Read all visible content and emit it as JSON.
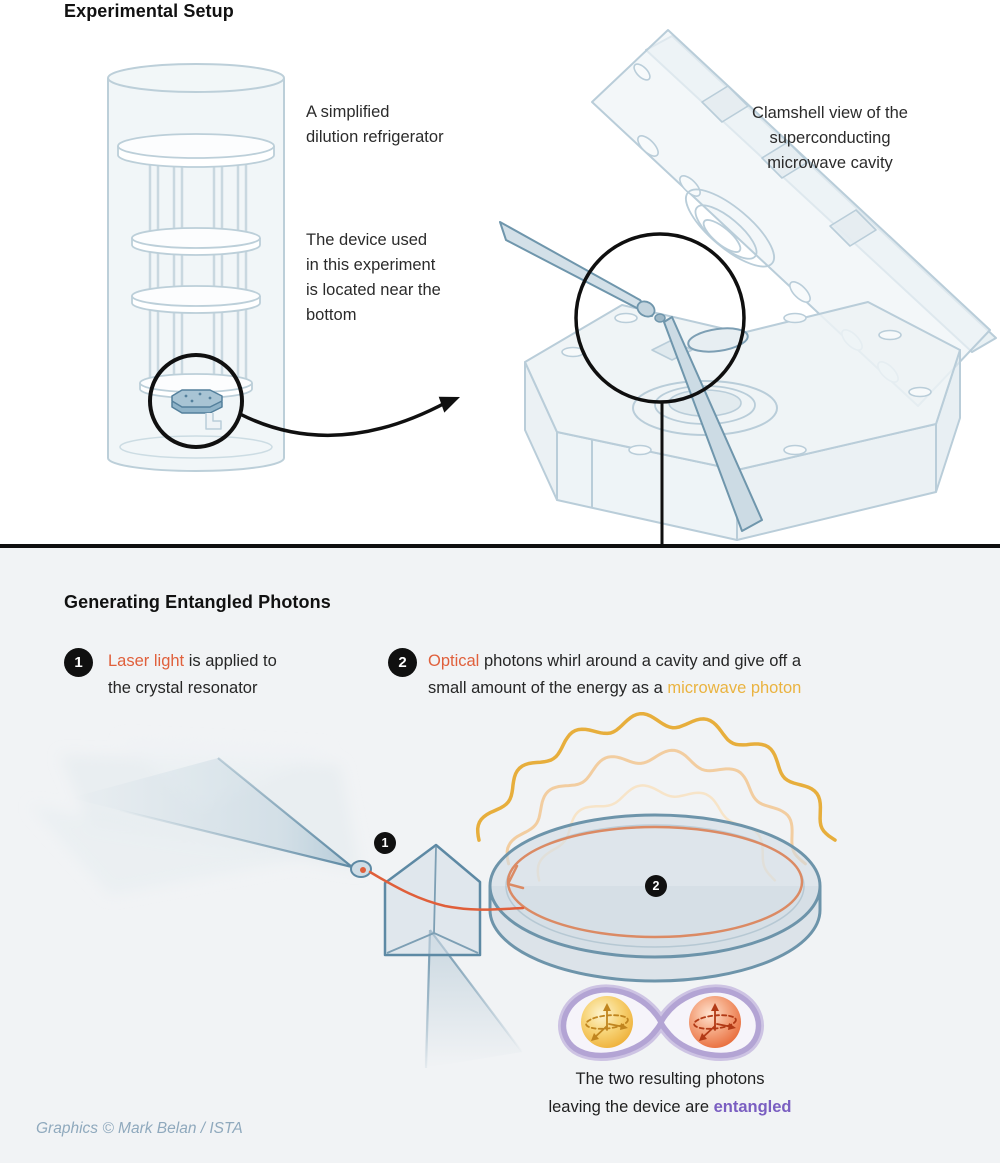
{
  "top": {
    "title": "Experimental Setup",
    "fridge_caption": "A simplified\ndilution refrigerator",
    "device_caption": "The device used\nin this experiment\nis located near the\nbottom",
    "cavity_caption": "Clamshell view of the\nsuperconducting\nmicrowave cavity"
  },
  "bottom": {
    "title": "Generating Entangled Photons",
    "step1": {
      "badge": "1",
      "highlight": "Laser light",
      "rest": " is applied to\nthe crystal resonator"
    },
    "step2": {
      "badge": "2",
      "highlight": "Optical",
      "mid": " photons whirl around a cavity and give off a\nsmall amount of the energy as a ",
      "highlight2": "microwave photon"
    },
    "marker1": "1",
    "marker2": "2",
    "caption": {
      "lead": "The two resulting photons\nleaving the device are ",
      "highlight": "entangled"
    },
    "credit": "Graphics © Mark Belan / ISTA"
  },
  "colors": {
    "accent_orange": "#e0603c",
    "accent_yellow": "#eab340",
    "accent_purple": "#7a5ec1",
    "laser_ring_salmon": "#db8a64",
    "microwave_gold": "#e7ae3c",
    "illustration_steel_blue": "#5d89a4",
    "illustration_light_blue": "#b9cdd9",
    "entangled_lavender": "#b3a4d4",
    "photon_yellow": "#efb23c",
    "photon_red": "#e96f3f",
    "divider_black": "#0f0f0f",
    "section_bg": "#f1f3f5",
    "credit_blue": "#8fa9bd"
  }
}
